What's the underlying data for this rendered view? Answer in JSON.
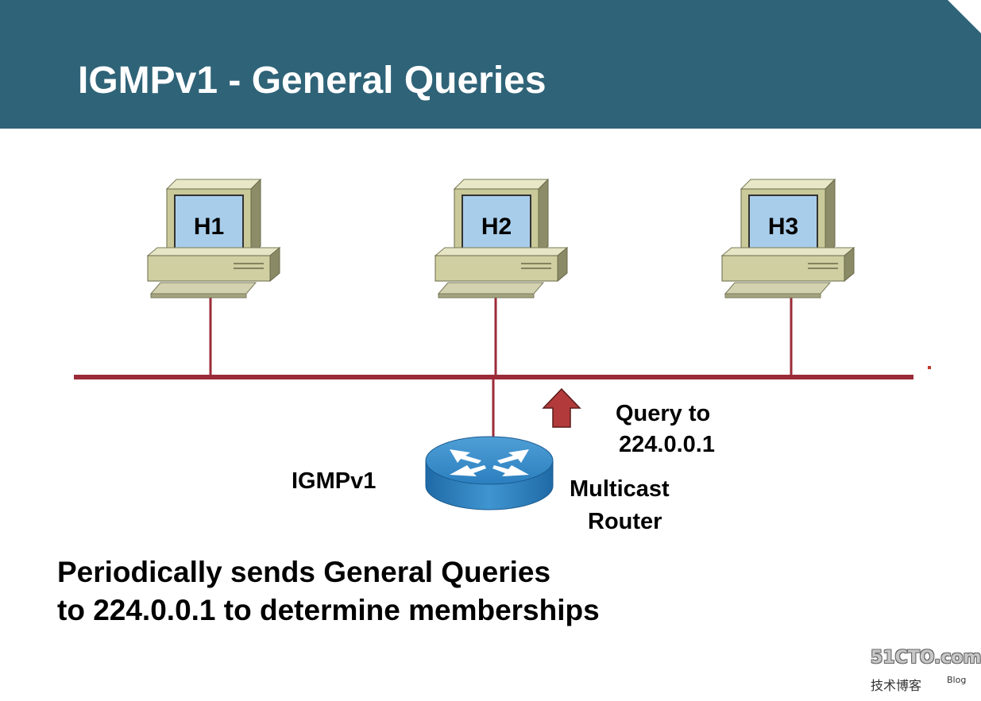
{
  "slide": {
    "title": "IGMPv1 - General Queries",
    "header_color": "#2f6378",
    "link_color": "#9b2b39"
  },
  "hosts": [
    {
      "label": "H1"
    },
    {
      "label": "H2"
    },
    {
      "label": "H3"
    }
  ],
  "router": {
    "protocol_label": "IGMPv1",
    "name_line1": "Multicast",
    "name_line2": "Router",
    "icon": "router-icon"
  },
  "query": {
    "line1": "Query to",
    "line2": "224.0.0.1",
    "arrow_icon": "arrow-up-icon"
  },
  "description": {
    "line1": "Periodically sends General Queries",
    "line2": "to 224.0.0.1 to determine memberships"
  },
  "watermark": {
    "logo": "51CTO.com",
    "chinese": "技术博客",
    "blog": "Blog"
  }
}
